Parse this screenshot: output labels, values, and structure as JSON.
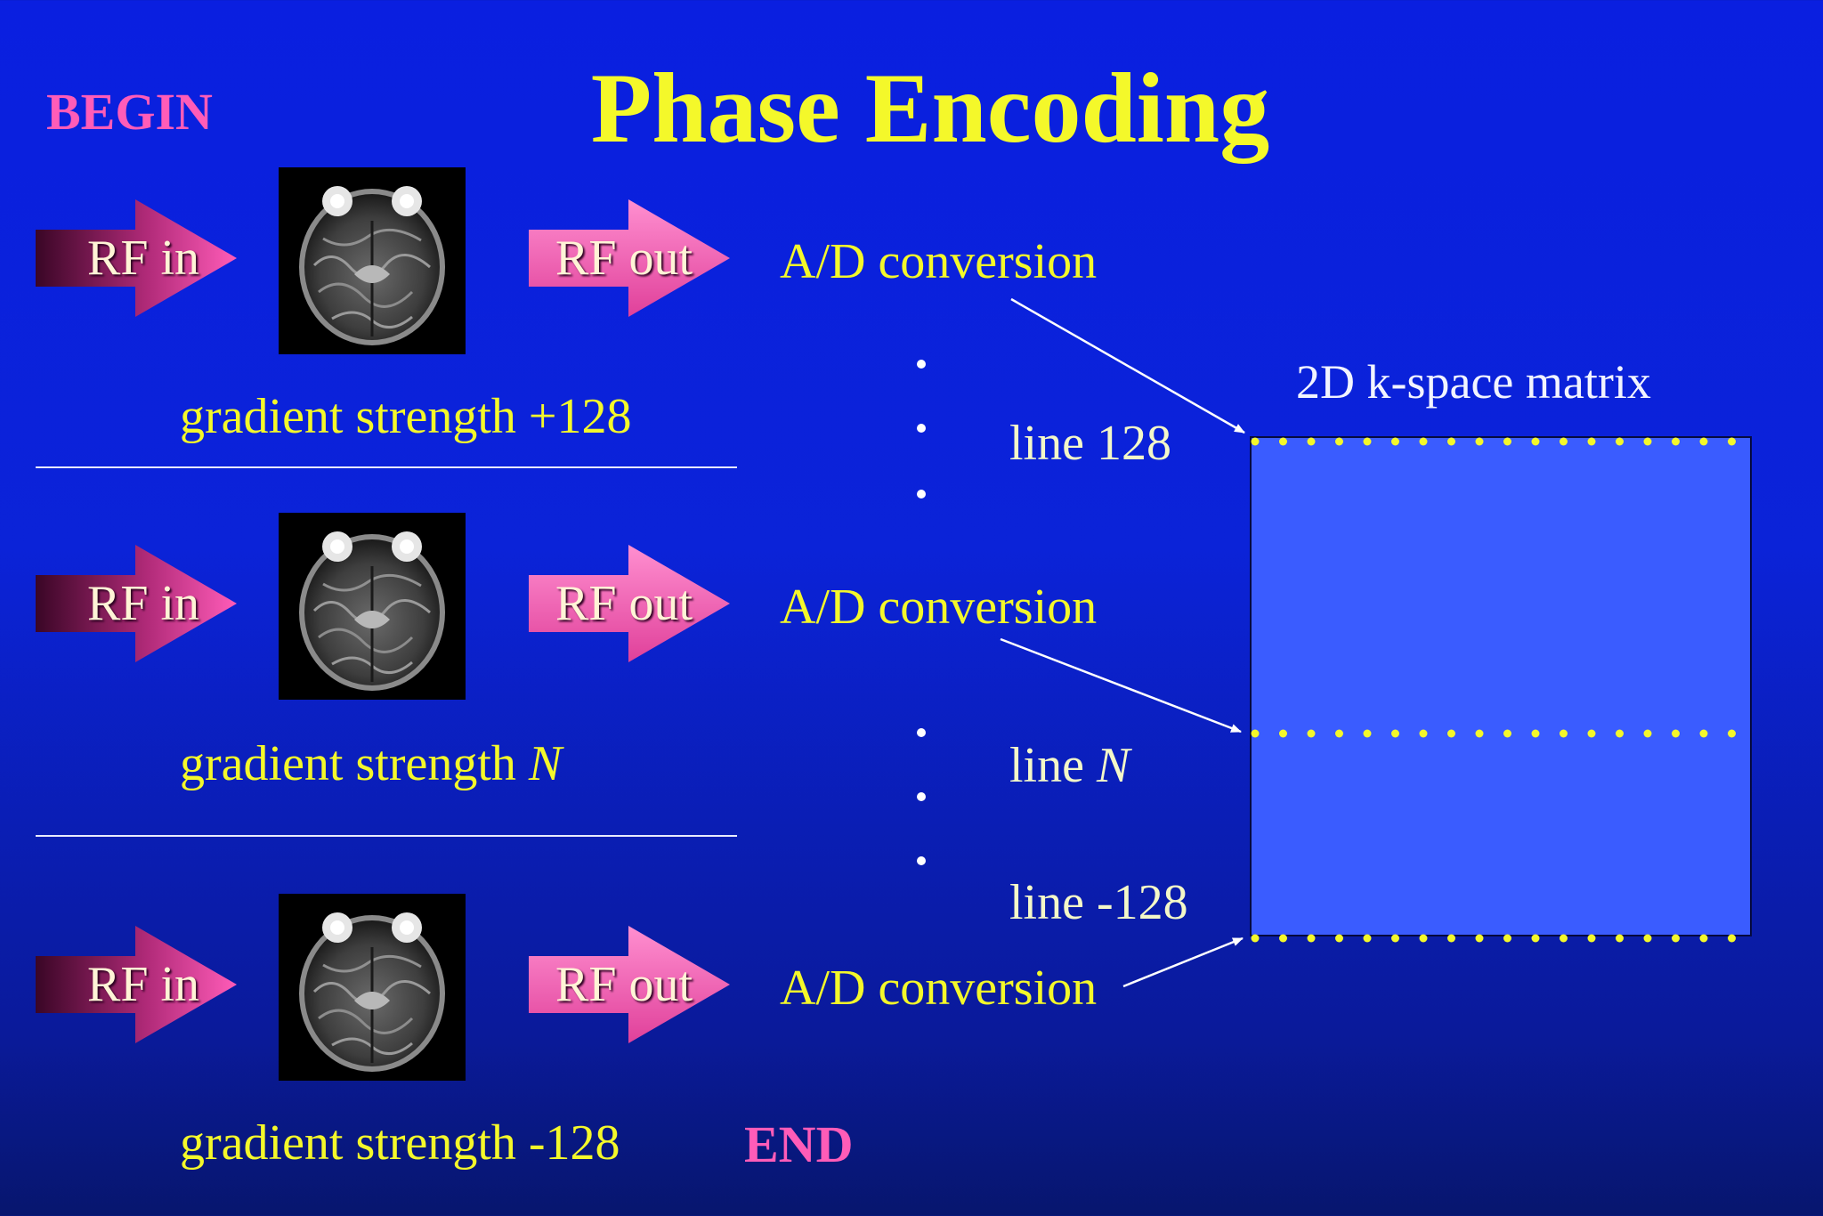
{
  "slide": {
    "title": "Phase Encoding",
    "begin_label": "BEGIN",
    "end_label": "END",
    "rows": [
      {
        "rf_in": "RF in",
        "rf_out": "RF out",
        "adc": "A/D conversion",
        "gradient": "gradient strength +128"
      },
      {
        "rf_in": "RF in",
        "rf_out": "RF out",
        "adc": "A/D conversion",
        "gradient_prefix": "gradient strength ",
        "gradient_var": "N"
      },
      {
        "rf_in": "RF in",
        "rf_out": "RF out",
        "adc": "A/D conversion",
        "gradient": "gradient strength -128"
      }
    ],
    "kspace": {
      "label": "2D k-space matrix",
      "line_top": "line 128",
      "line_mid_prefix": "line ",
      "line_mid_var": "N",
      "line_bottom": "line -128"
    }
  },
  "colors": {
    "title": "#f4f82a",
    "accent_pink": "#ff5cb8",
    "matrix_fill": "#3a5cff",
    "dot_yellow": "#f4f82a"
  },
  "icons": {
    "rf_in_arrow": "arrow-right-dark-to-pink",
    "rf_out_arrow": "arrow-right-pink",
    "brain_scan": "axial-mri-brain"
  }
}
